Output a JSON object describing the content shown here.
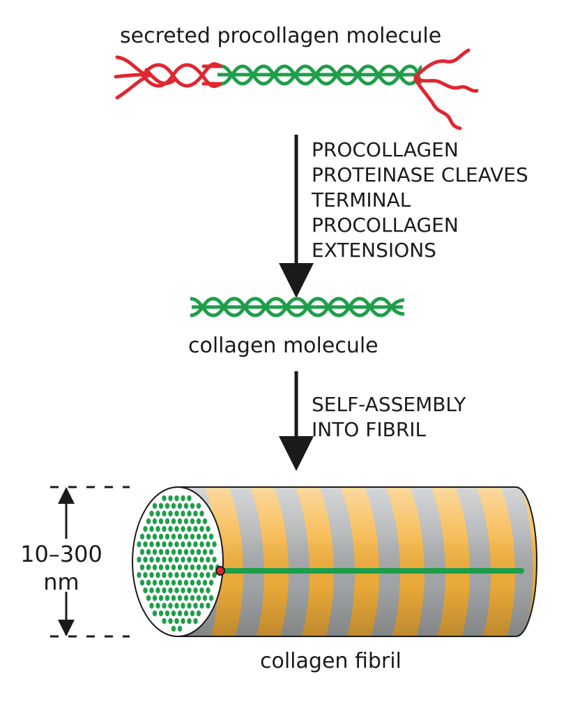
{
  "labels": {
    "procollagen": "secreted procollagen molecule",
    "collagen_molecule": "collagen molecule",
    "collagen_fibril": "collagen fibril"
  },
  "steps": {
    "cleavage": [
      "PROCOLLAGEN",
      "PROTEINASE CLEAVES",
      "TERMINAL",
      "PROCOLLAGEN",
      "EXTENSIONS"
    ],
    "assembly": [
      "SELF-ASSEMBLY",
      "INTO FIBRIL"
    ]
  },
  "dimension": {
    "value": "10–300",
    "unit": "nm"
  },
  "colors": {
    "helix_green": "#1f9e4a",
    "propeptide_red": "#e0262f",
    "band_orange": "#f6b23c",
    "band_gray": "#a9acae",
    "text": "#1a1a1a"
  }
}
